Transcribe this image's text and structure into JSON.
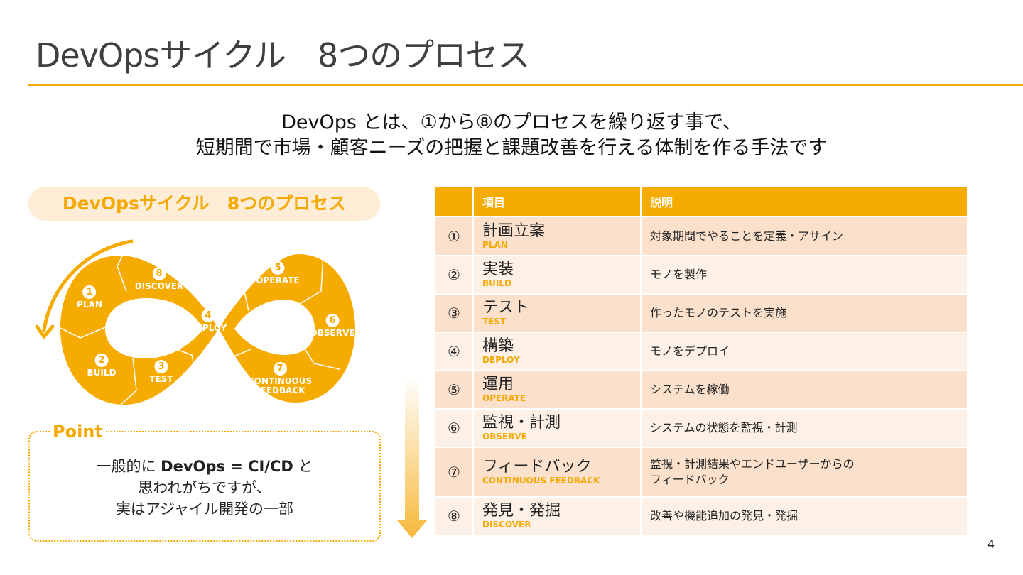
{
  "title": "DevOpsサイクル　8つのプロセス",
  "subtitle_line1": "DevOps とは、①から⑧のプロセスを繰り返す事で、",
  "subtitle_line2": "短期間で市場・顧客ニーズの把握と課題改善を行える体制を作る手法です",
  "diagram": {
    "pill": "DevOpsサイクル　8つのプロセス",
    "steps": [
      {
        "n": "1",
        "label": "PLAN"
      },
      {
        "n": "2",
        "label": "BUILD"
      },
      {
        "n": "3",
        "label": "TEST"
      },
      {
        "n": "4",
        "label": "DEPLOY"
      },
      {
        "n": "5",
        "label": "OPERATE"
      },
      {
        "n": "6",
        "label": "OBSERVE"
      },
      {
        "n": "7",
        "label": "CONTINUOUS FEEDBACK"
      },
      {
        "n": "8",
        "label": "DISCOVER"
      }
    ],
    "accent": "#F6AB00"
  },
  "point": {
    "label": "Point",
    "line1_pre": "一般的に ",
    "line1_bold": "DevOps = CI/CD",
    "line1_post": " と",
    "line2": "思われがちですが、",
    "line3": "実はアジャイル開発の一部"
  },
  "table": {
    "headers": [
      "",
      "項目",
      "説明"
    ],
    "rows": [
      {
        "num": "①",
        "name": "計画立案",
        "en": "PLAN",
        "desc": "対象期間でやることを定義・アサイン"
      },
      {
        "num": "②",
        "name": "実装",
        "en": "BUILD",
        "desc": "モノを製作"
      },
      {
        "num": "③",
        "name": "テスト",
        "en": "TEST",
        "desc": "作ったモノのテストを実施"
      },
      {
        "num": "④",
        "name": "構築",
        "en": "DEPLOY",
        "desc": "モノをデプロイ"
      },
      {
        "num": "⑤",
        "name": "運用",
        "en": "OPERATE",
        "desc": "システムを稼働"
      },
      {
        "num": "⑥",
        "name": "監視・計測",
        "en": "OBSERVE",
        "desc": "システムの状態を監視・計測"
      },
      {
        "num": "⑦",
        "name": "フィードバック",
        "en": "CONTINUOUS FEEDBACK",
        "desc": "監視・計測結果やエンドユーザーからの\nフィードバック"
      },
      {
        "num": "⑧",
        "name": "発見・発掘",
        "en": "DISCOVER",
        "desc": "改善や機能追加の発見・発掘"
      }
    ]
  },
  "page_number": "4"
}
